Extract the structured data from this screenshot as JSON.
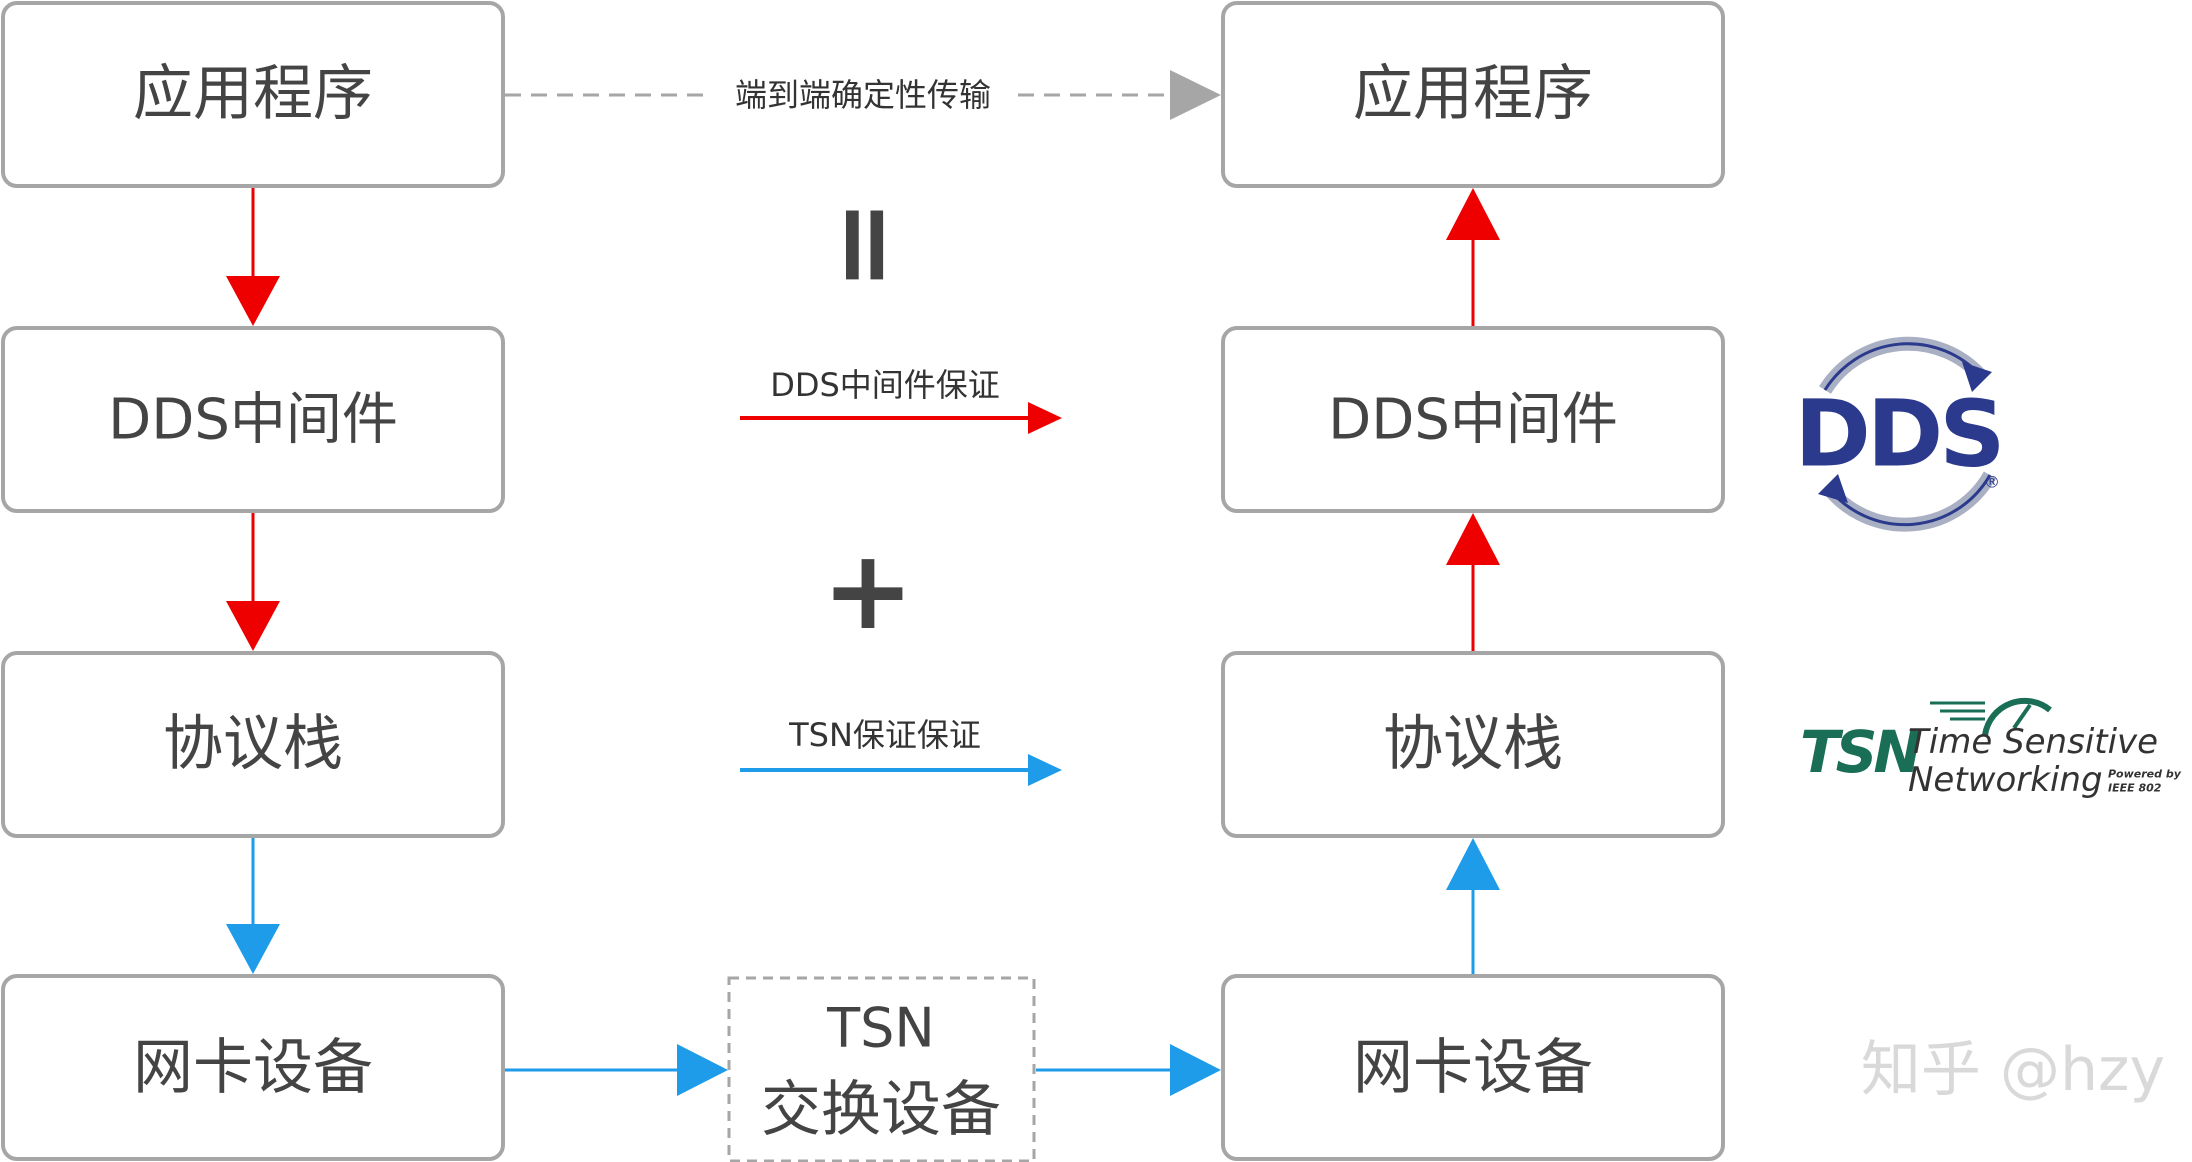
{
  "colors": {
    "box_border": "#a6a6a6",
    "text": "#444444",
    "red": "#ee0000",
    "blue": "#1e9be9",
    "gray_arrow": "#a6a6a6",
    "dds_logo": "#2b3a8c",
    "tsn_logo": "#1a6e55"
  },
  "left_column": {
    "app": "应用程序",
    "middleware": "DDS中间件",
    "stack": "协议栈",
    "nic": "网卡设备"
  },
  "right_column": {
    "app": "应用程序",
    "middleware": "DDS中间件",
    "stack": "协议栈",
    "nic": "网卡设备"
  },
  "center": {
    "end_to_end_label": "端到端确定性传输",
    "equals_symbol": "=",
    "dds_guarantee_label": "DDS中间件保证",
    "plus_symbol": "+",
    "tsn_guarantee_label": "TSN保证保证",
    "switch_line1": "TSN",
    "switch_line2": "交换设备"
  },
  "logos": {
    "dds": {
      "text": "DDS",
      "registered": "®",
      "icon": "dds-circular-arrows-logo"
    },
    "tsn": {
      "mark": "TSN",
      "line1": "Time Sensitive",
      "line2": "Networking",
      "powered1": "Powered by",
      "powered2": "IEEE 802",
      "icon": "tsn-gauge-logo"
    }
  },
  "watermark": "知乎 @hzy"
}
